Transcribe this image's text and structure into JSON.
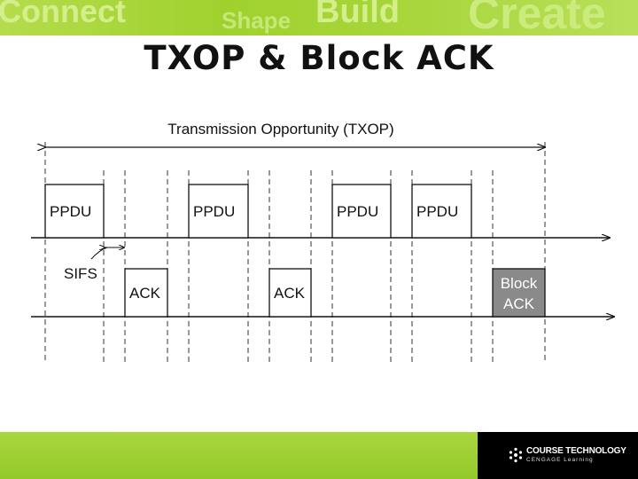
{
  "banner": {
    "words": [
      "Connect",
      "Shape",
      "Build",
      "Create"
    ]
  },
  "title": "TXOP & Block ACK",
  "diagram": {
    "span_label": "Transmission Opportunity (TXOP)",
    "sifs_label": "SIFS",
    "top_frames": [
      "PPDU",
      "PPDU",
      "PPDU",
      "PPDU"
    ],
    "bottom_frames": [
      "ACK",
      "ACK"
    ],
    "block_ack": [
      "Block",
      "ACK"
    ]
  },
  "colors": {
    "banner_green": "#9fd12e",
    "block_ack_fill": "#8a8a8a"
  },
  "brand": {
    "line1": "COURSE TECHNOLOGY",
    "line2": "CENGAGE Learning"
  }
}
